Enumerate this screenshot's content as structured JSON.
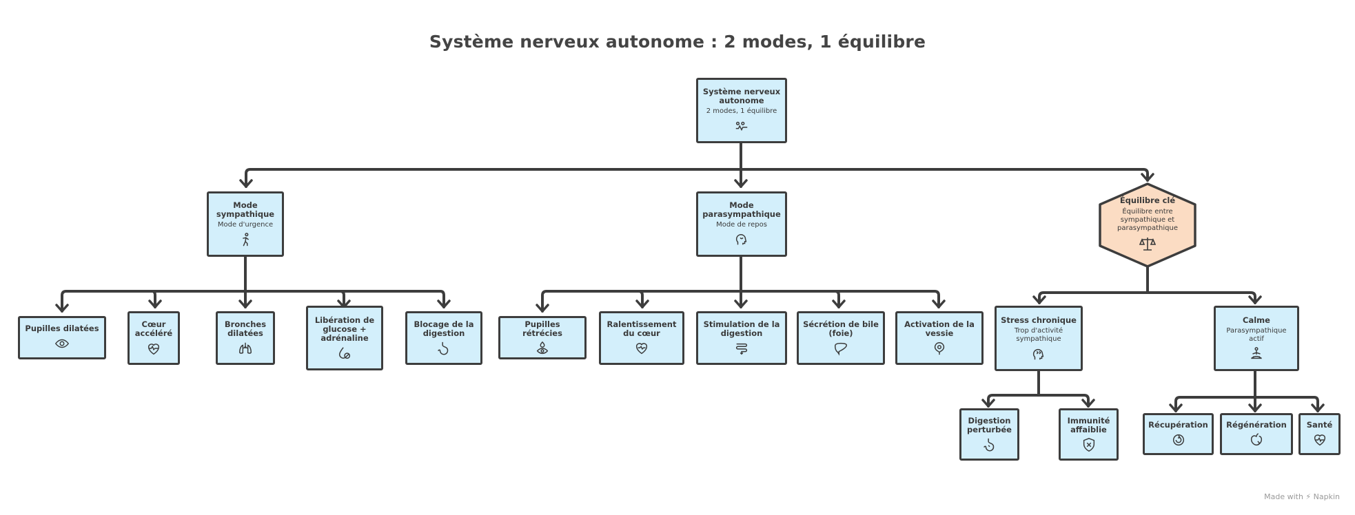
{
  "title": "Système nerveux autonome : 2 modes, 1 équilibre",
  "credit": "Made with ⚡ Napkin",
  "root": {
    "title": "Système nerveux autonome",
    "subtitle": "2 modes, 1 équilibre",
    "icon": "nervous-system-icon"
  },
  "sympathetic": {
    "title": "Mode sympathique",
    "subtitle": "Mode d'urgence",
    "icon": "running-person-icon",
    "children": [
      {
        "title": "Pupilles dilatées",
        "icon": "eye-icon"
      },
      {
        "title": "Cœur accéléré",
        "icon": "heart-pulse-icon"
      },
      {
        "title": "Bronches dilatées",
        "icon": "lungs-icon"
      },
      {
        "title": "Libération de glucose + adrénaline",
        "icon": "drop-blocked-icon"
      },
      {
        "title": "Blocage de la digestion",
        "icon": "stomach-icon"
      }
    ]
  },
  "parasympathetic": {
    "title": "Mode parasympathique",
    "subtitle": "Mode de repos",
    "icon": "calm-head-icon",
    "children": [
      {
        "title": "Pupilles rétrécies",
        "icon": "eye-drop-icon"
      },
      {
        "title": "Ralentissement du cœur",
        "icon": "heart-icon"
      },
      {
        "title": "Stimulation de la digestion",
        "icon": "intestine-icon"
      },
      {
        "title": "Sécrétion de bile (foie)",
        "icon": "liver-icon"
      },
      {
        "title": "Activation de la vessie",
        "icon": "bladder-icon"
      }
    ]
  },
  "balance": {
    "title": "Équilibre clé",
    "subtitle": "Équilibre entre sympathique et parasympathique",
    "icon": "scales-icon",
    "children": [
      {
        "title": "Stress chronique",
        "subtitle": "Trop d'activité sympathique",
        "icon": "stressed-head-icon",
        "children": [
          {
            "title": "Digestion perturbée",
            "icon": "stomach-icon"
          },
          {
            "title": "Immunité affaiblie",
            "icon": "shield-x-icon"
          }
        ]
      },
      {
        "title": "Calme",
        "subtitle": "Parasympathique actif",
        "icon": "meditation-icon",
        "children": [
          {
            "title": "Récupération",
            "icon": "recovery-icon"
          },
          {
            "title": "Régénération",
            "icon": "regeneration-icon"
          },
          {
            "title": "Santé",
            "icon": "health-heart-icon"
          }
        ]
      }
    ]
  },
  "colors": {
    "node_fill": "#d3effb",
    "hex_fill": "#fbdcc3",
    "stroke": "#3d3d3d"
  }
}
